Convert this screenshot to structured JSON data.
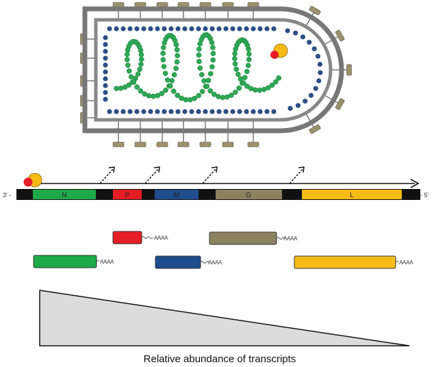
{
  "genome": {
    "left_end": "3' -",
    "right_end": "- 5'",
    "genes": [
      {
        "label": "N",
        "color": "#1faa4a"
      },
      {
        "label": "P",
        "color": "#e51d25"
      },
      {
        "label": "M",
        "color": "#1e4c8c"
      },
      {
        "label": "G",
        "color": "#8c8260"
      },
      {
        "label": "L",
        "color": "#f6bb17"
      }
    ]
  },
  "transcripts": {
    "polya_label": "AAAA"
  },
  "colors": {
    "envelope": "#777777",
    "glycoprotein": "#9c926a",
    "matrix": "#2b4f86",
    "nucleoprotein": "#2ea855",
    "polymerase_l": "#f6bb17",
    "polymerase_p": "#e51d25",
    "abundance_fill": "#dcdcdc"
  },
  "caption": "Relative abundance of transcripts"
}
